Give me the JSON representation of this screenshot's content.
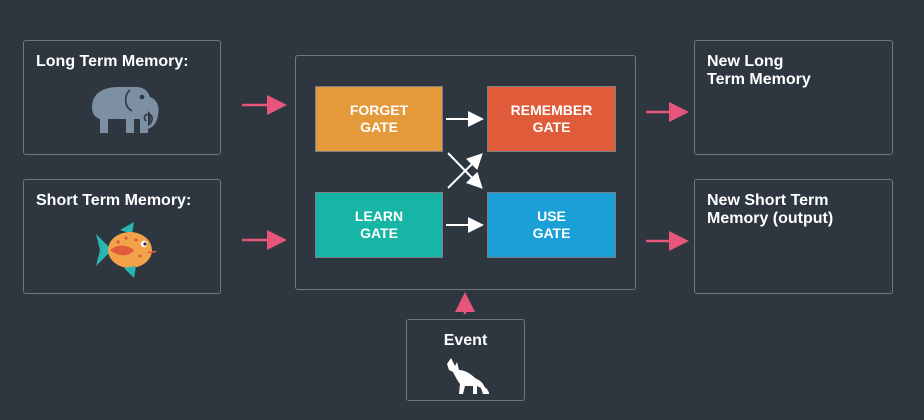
{
  "inputs": {
    "ltm_title": "Long Term Memory:",
    "stm_title": "Short Term Memory:",
    "event_title": "Event"
  },
  "outputs": {
    "new_ltm_title": "New Long\nTerm Memory",
    "new_stm_title": "New Short Term\nMemory (output)"
  },
  "gates": {
    "forget": "FORGET\nGATE",
    "remember": "REMEMBER\nGATE",
    "learn": "LEARN\nGATE",
    "use": "USE\nGATE"
  },
  "colors": {
    "background": "#2e3640",
    "panel_border": "#6f7780",
    "arrow_pink": "#e8557b",
    "forget_gate": "#e49a3a",
    "remember_gate": "#e05b3a",
    "learn_gate": "#17b5a5",
    "use_gate": "#1a9fd6",
    "elephant": "#7c8fa3",
    "fish_body": "#f2a34a",
    "fish_fin": "#27b6b0"
  },
  "icons": {
    "elephant": "elephant-icon",
    "fish": "fish-icon",
    "wolf": "howling-wolf-icon"
  }
}
